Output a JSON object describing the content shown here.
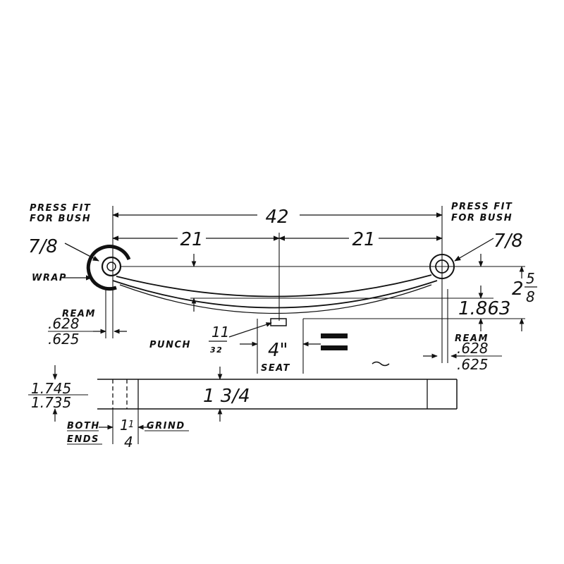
{
  "left_end": {
    "press_fit_line1": "PRESS FIT",
    "press_fit_line2": "FOR BUSH",
    "eye_size": "7/8",
    "wrap_label": "WRAP",
    "ream_label": "REAM",
    "ream_max": ".628",
    "ream_min": ".625"
  },
  "right_end": {
    "press_fit_line1": "PRESS FIT",
    "press_fit_line2": "FOR BUSH",
    "eye_size": "7/8",
    "ream_label": "REAM",
    "ream_max": ".628",
    "ream_min": ".625"
  },
  "dimensions": {
    "overall_length": "42",
    "left_half": "21",
    "right_half": "21",
    "arch_height": "1.863",
    "total_height_whole": "2",
    "total_height_num": "5",
    "total_height_den": "8",
    "punch_label": "PUNCH",
    "punch_num": "11",
    "punch_den": "32",
    "seat_width": "4\"",
    "seat_label": "SEAT"
  },
  "plan_view": {
    "thickness_max": "1.745",
    "thickness_min": "1.735",
    "leaf_width": "1 3/4",
    "both_ends_line1": "BOTH",
    "both_ends_line2": "ENDS",
    "grind_width_whole": "1",
    "grind_width_num": "1",
    "grind_width_den": "4",
    "grind_label": "GRIND"
  }
}
